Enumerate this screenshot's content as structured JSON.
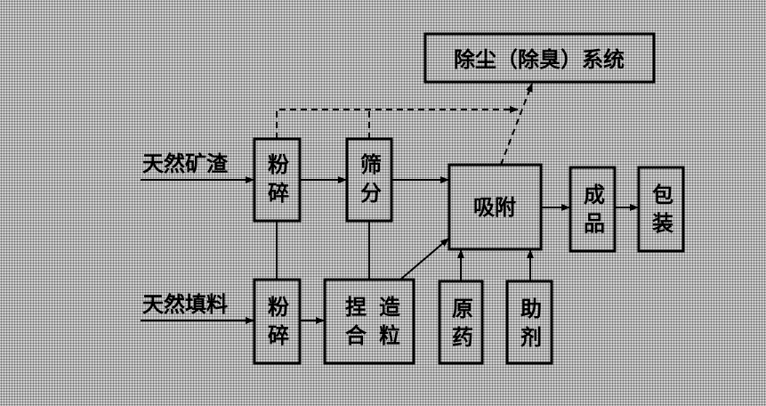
{
  "inputs": {
    "raw_slag": "天然矿渣",
    "raw_filler": "天然填料"
  },
  "nodes": {
    "dust_system": "除尘（除臭）系统",
    "crush_top": "粉碎",
    "sieve": "筛分",
    "adsorb": "吸附",
    "product": "成品",
    "package": "包装",
    "crush_bottom": "粉碎",
    "knead_granulate": {
      "col1": "捏合",
      "col2": "造粒"
    },
    "active_ingredient": "原药",
    "additive": "助剂"
  }
}
